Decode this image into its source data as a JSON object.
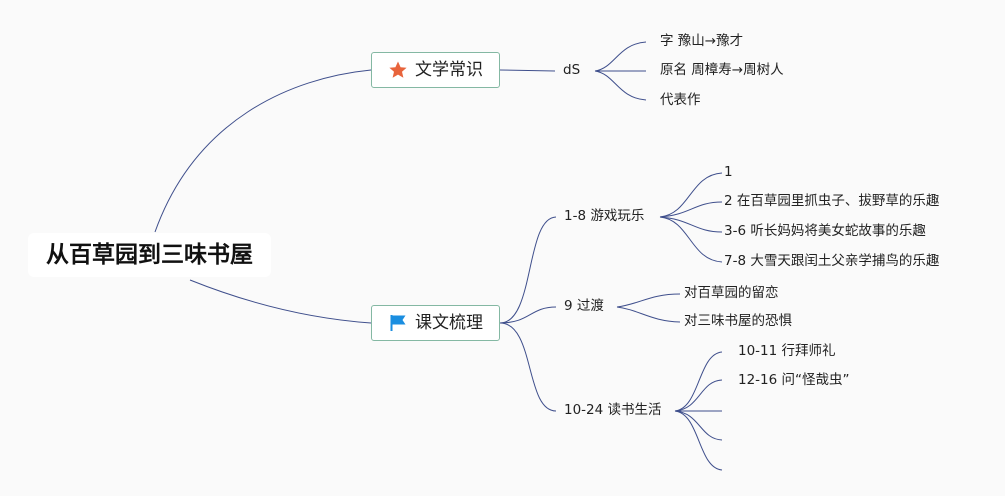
{
  "root": {
    "title": "从百草园到三味书屋"
  },
  "branches": [
    {
      "label": "文学常识",
      "icon": "star-icon",
      "children": [
        {
          "label": "dS",
          "leaves": [
            "字 豫山→豫才",
            "原名 周樟寿→周树人",
            "代表作"
          ]
        }
      ]
    },
    {
      "label": "课文梳理",
      "icon": "flag-icon",
      "children": [
        {
          "label": "1-8 游戏玩乐",
          "leaves": [
            "1",
            "2 在百草园里抓虫子、拔野草的乐趣",
            "3-6 听长妈妈将美女蛇故事的乐趣",
            "7-8 大雪天跟闰土父亲学捕鸟的乐趣"
          ]
        },
        {
          "label": "9 过渡",
          "leaves": [
            "对百草园的留恋",
            "对三味书屋的恐惧"
          ]
        },
        {
          "label": "10-24 读书生活",
          "leaves": [
            "10-11 行拜师礼",
            "12-16 问“怪哉虫”",
            "",
            "",
            ""
          ]
        }
      ]
    }
  ],
  "colors": {
    "connector": "#3f4f8c",
    "topic_border": "#84b8a3",
    "star": "#e8643c",
    "flag": "#1a8ee0"
  }
}
